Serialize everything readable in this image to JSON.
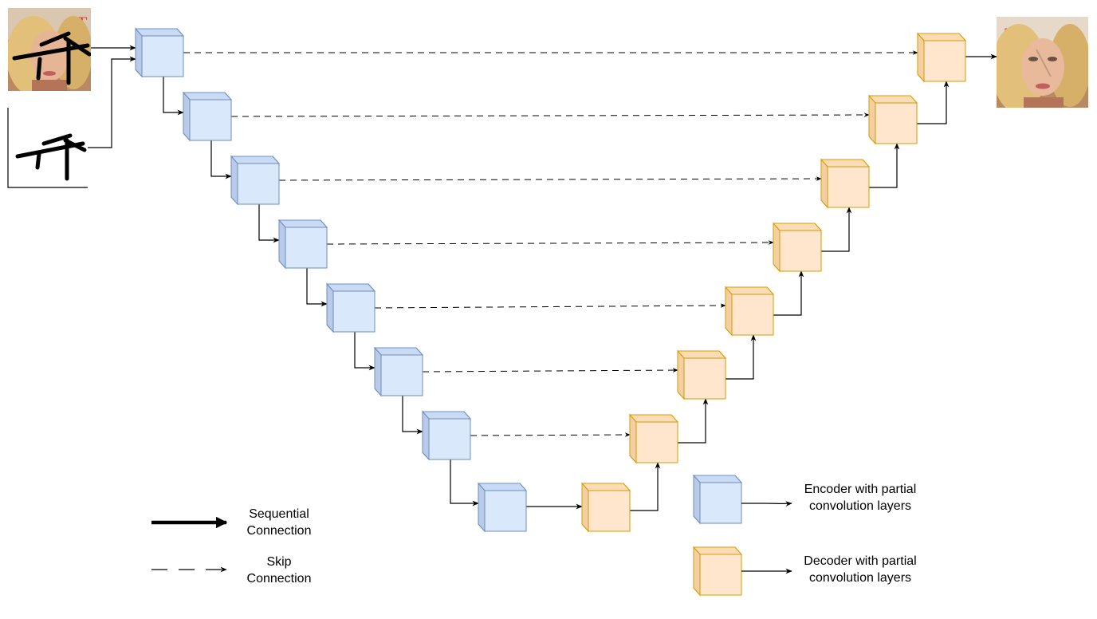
{
  "colors": {
    "encoder_fill": "#dae8fc",
    "encoder_side": "#c3d3ee",
    "encoder_stroke": "#6c8ebf",
    "decoder_fill": "#ffe6cc",
    "decoder_side": "#f5d3a8",
    "decoder_stroke": "#d79b00",
    "line": "#000000"
  },
  "input_image": {
    "kind": "masked face photo",
    "icon": "face-photo"
  },
  "mask_image": {
    "kind": "binary mask",
    "icon": "mask-strokes"
  },
  "output_image": {
    "kind": "inpainted face photo",
    "icon": "face-photo"
  },
  "encoder_count": 8,
  "decoder_count": 8,
  "legend": {
    "sequential_label": "Sequential Connection",
    "skip_label": "Skip Connection",
    "encoder_label": "Encoder with partial convolution layers",
    "decoder_label": "Decoder with partial convolution layers"
  }
}
